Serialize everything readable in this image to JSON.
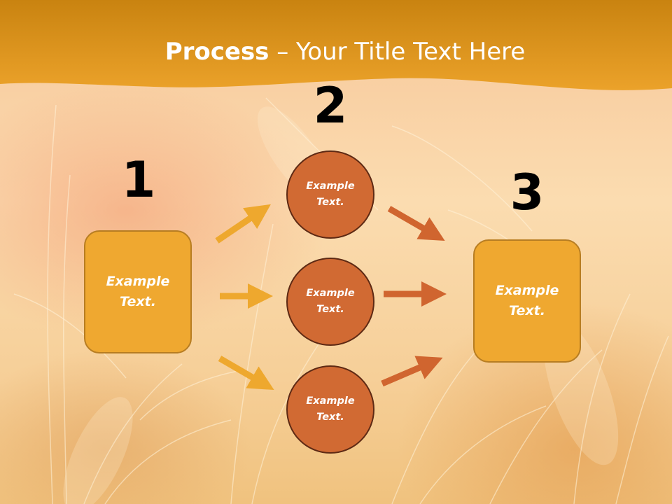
{
  "title": {
    "strong": "Process",
    "rest": " – Your Title Text Here"
  },
  "steps": [
    {
      "number": "1"
    },
    {
      "number": "2"
    },
    {
      "number": "3"
    }
  ],
  "left_box": {
    "text": "Example Text."
  },
  "circles": [
    {
      "text": "Example Text."
    },
    {
      "text": "Example Text."
    },
    {
      "text": "Example Text."
    }
  ],
  "right_box": {
    "text": "Example Text."
  },
  "colors": {
    "header": "#e39a1f",
    "box_fill": "#efa830",
    "circle_fill": "#d16a33",
    "left_arrows": "#eea82e",
    "right_arrows": "#d0652f"
  }
}
